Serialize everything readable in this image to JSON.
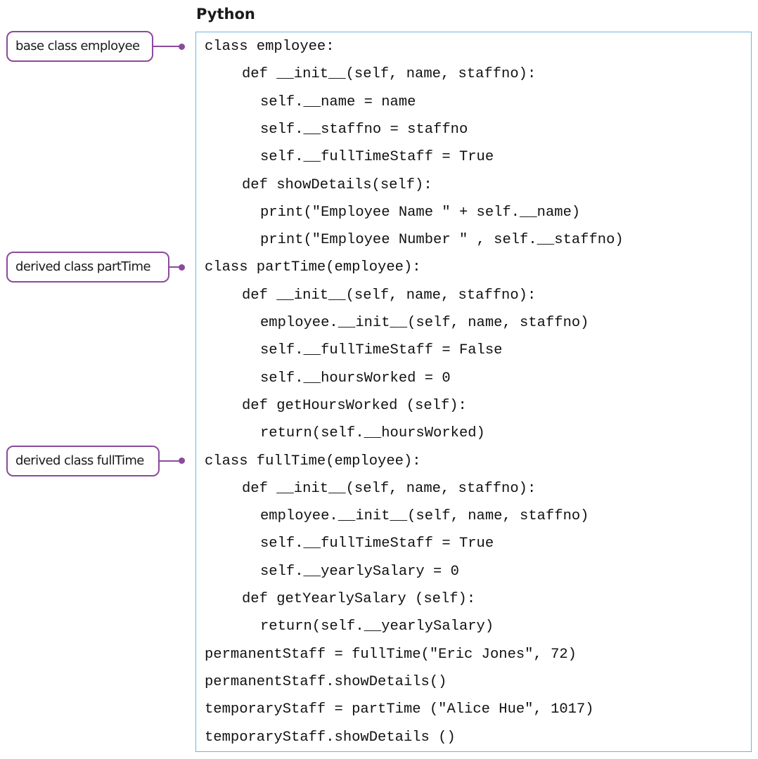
{
  "heading": "Python",
  "callouts": [
    {
      "text": "base class employee",
      "line_index": 0
    },
    {
      "text": "derived class partTime",
      "line_index": 8
    },
    {
      "text": "derived class fullTime",
      "line_index": 15
    }
  ],
  "code_lines": [
    {
      "text": "class employee:",
      "indent": 0
    },
    {
      "text": "def __init__(self, name, staffno):",
      "indent": 1
    },
    {
      "text": "self.__name = name",
      "indent": 2
    },
    {
      "text": "self.__staffno = staffno",
      "indent": 2
    },
    {
      "text": "self.__fullTimeStaff = True",
      "indent": 2
    },
    {
      "text": "def showDetails(self):",
      "indent": 1
    },
    {
      "text": "print(\"Employee Name \" + self.__name)",
      "indent": 2
    },
    {
      "text": "print(\"Employee Number \" , self.__staffno)",
      "indent": 2
    },
    {
      "text": "class partTime(employee):",
      "indent": 0
    },
    {
      "text": "def __init__(self, name, staffno):",
      "indent": 1
    },
    {
      "text": "employee.__init__(self, name, staffno)",
      "indent": 2
    },
    {
      "text": "self.__fullTimeStaff = False",
      "indent": 2
    },
    {
      "text": "self.__hoursWorked = 0",
      "indent": 2
    },
    {
      "text": "def getHoursWorked (self):",
      "indent": 1
    },
    {
      "text": "return(self.__hoursWorked)",
      "indent": 2
    },
    {
      "text": "class fullTime(employee):",
      "indent": 0
    },
    {
      "text": "def __init__(self, name, staffno):",
      "indent": 1
    },
    {
      "text": "employee.__init__(self, name, staffno)",
      "indent": 2
    },
    {
      "text": "self.__fullTimeStaff = True",
      "indent": 2
    },
    {
      "text": "self.__yearlySalary = 0",
      "indent": 2
    },
    {
      "text": "def getYearlySalary (self):",
      "indent": 1
    },
    {
      "text": "return(self.__yearlySalary)",
      "indent": 2
    },
    {
      "text": "permanentStaff = fullTime(\"Eric Jones\", 72)",
      "indent": 0
    },
    {
      "text": "permanentStaff.showDetails()",
      "indent": 0
    },
    {
      "text": "temporaryStaff = partTime (\"Alice Hue\", 1017)",
      "indent": 0
    },
    {
      "text": "temporaryStaff.showDetails ()",
      "indent": 0
    }
  ],
  "colors": {
    "callout_border": "#8b4a9c",
    "code_box_border": "#6fb5d9"
  }
}
